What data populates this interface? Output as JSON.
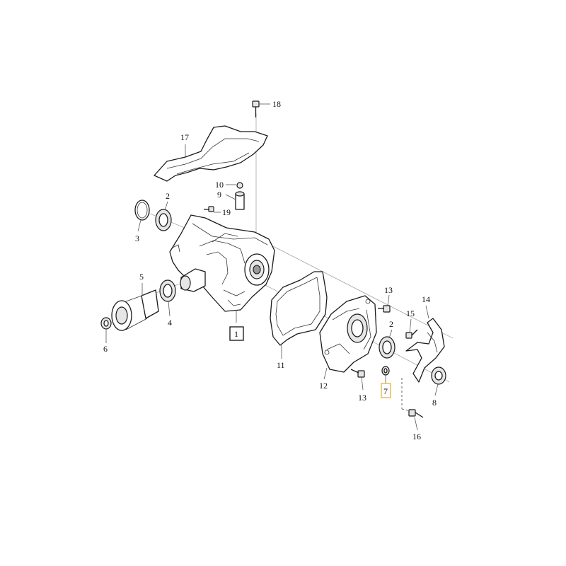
{
  "callouts": {
    "c1": "1",
    "c2a": "2",
    "c2b": "2",
    "c3": "3",
    "c4": "4",
    "c5": "5",
    "c6": "6",
    "c7": "7",
    "c8": "8",
    "c9": "9",
    "c10": "10",
    "c11": "11",
    "c12": "12",
    "c13a": "13",
    "c13b": "13",
    "c14": "14",
    "c15": "15",
    "c16": "16",
    "c17": "17",
    "c18": "18",
    "c19": "19"
  },
  "colors": {
    "highlight_box": "#e8b84a",
    "line": "#1a1a1a",
    "background": "#ffffff"
  }
}
